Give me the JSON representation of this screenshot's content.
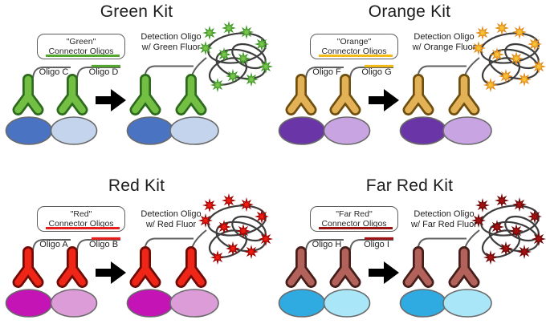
{
  "figure": {
    "background": "#ffffff",
    "glyphs": {
      "antibody": "inverted-Y-antibody",
      "cells": "overlapping-ellipse-pair",
      "arrow": "solid-black-right-arrow",
      "fluorophore": "8-point-starburst",
      "amplicon": "tangled-oligo-coil"
    }
  },
  "kits": [
    {
      "id": "green",
      "title": "Green Kit",
      "connector_box": {
        "line1": "\"Green\"",
        "line2": "Connector Oligos"
      },
      "oligo_left": "Oligo C",
      "oligo_right": "Oligo D",
      "detection_line1": "Detection Oligo",
      "detection_line2": "w/ Green Fluor",
      "colors": {
        "antibody_fill": "#72bf44",
        "antibody_outline": "#2d6a1e",
        "cell_left": "#4a73c2",
        "cell_right": "#c4d4ec",
        "connector_accent": "#52a82e",
        "fluor_fill": "#77c34c",
        "fluor_outline": "#3e9427"
      }
    },
    {
      "id": "orange",
      "title": "Orange Kit",
      "connector_box": {
        "line1": "\"Orange\"",
        "line2": "Connector Oligos"
      },
      "oligo_left": "Oligo F",
      "oligo_right": "Oligo G",
      "detection_line1": "Detection Oligo",
      "detection_line2": "w/ Orange Fluor",
      "colors": {
        "antibody_fill": "#e3b257",
        "antibody_outline": "#6f4f10",
        "cell_left": "#6a35a6",
        "cell_right": "#c9a4e2",
        "connector_accent": "#f4ba16",
        "fluor_fill": "#f6c233",
        "fluor_outline": "#e0871a"
      }
    },
    {
      "id": "red",
      "title": "Red Kit",
      "connector_box": {
        "line1": "\"Red\"",
        "line2": "Connector Oligos"
      },
      "oligo_left": "Oligo A",
      "oligo_right": "Oligo B",
      "detection_line1": "Detection Oligo",
      "detection_line2": "w/ Red Fluor",
      "colors": {
        "antibody_fill": "#ee2517",
        "antibody_outline": "#6f0b06",
        "cell_left": "#c414b6",
        "cell_right": "#dc9cd8",
        "connector_accent": "#e81d1d",
        "fluor_fill": "#ee1c10",
        "fluor_outline": "#990000"
      }
    },
    {
      "id": "farred",
      "title": "Far Red Kit",
      "connector_box": {
        "line1": "\"Far Red\"",
        "line2": "Connector Oligos"
      },
      "oligo_left": "Oligo H",
      "oligo_right": "Oligo I",
      "detection_line1": "Detection Oligo",
      "detection_line2": "w/ Far Red Fluor",
      "colors": {
        "antibody_fill": "#b2625a",
        "antibody_outline": "#451e1a",
        "cell_left": "#2fabe1",
        "cell_right": "#a8e6f8",
        "connector_accent": "#9c1313",
        "fluor_fill": "#a31111",
        "fluor_outline": "#6b0606"
      }
    }
  ]
}
